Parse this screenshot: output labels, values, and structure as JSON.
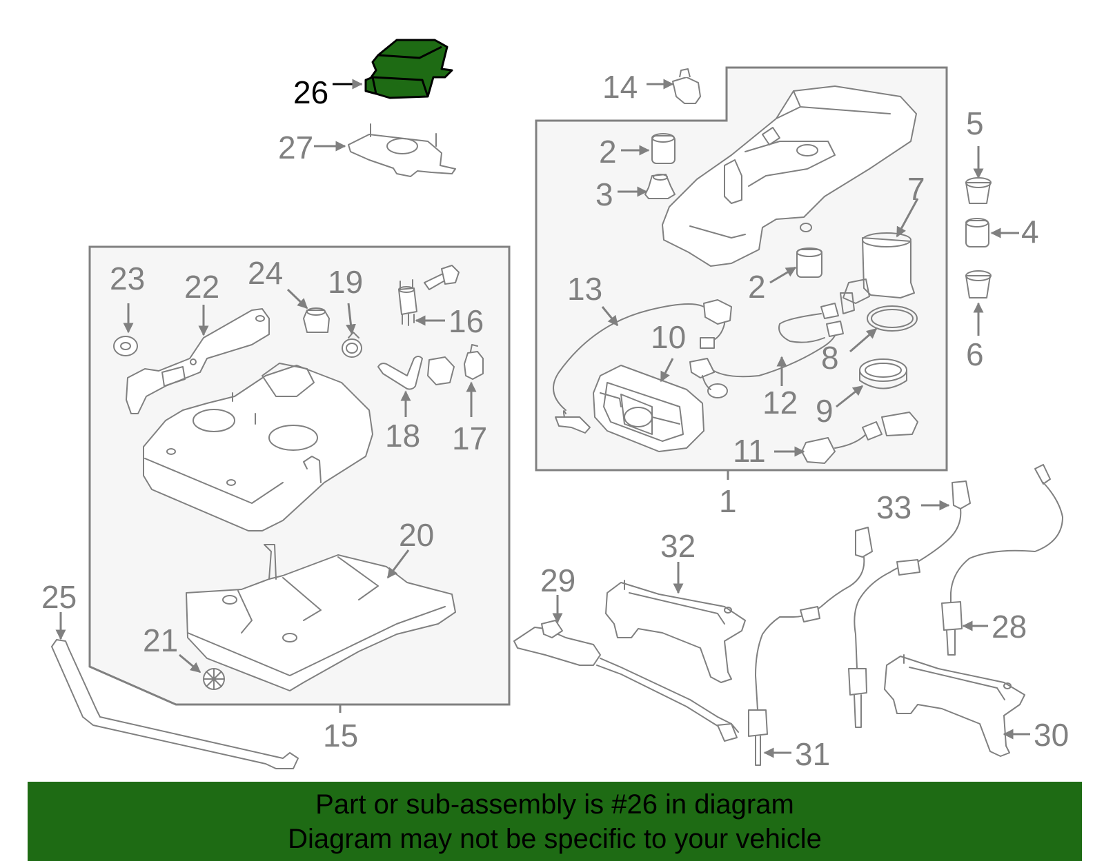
{
  "diagram": {
    "highlight_color": "#1e6b14",
    "line_color": "#808080",
    "callouts": [
      "1",
      "2",
      "2",
      "3",
      "4",
      "5",
      "6",
      "7",
      "8",
      "9",
      "10",
      "11",
      "12",
      "13",
      "14",
      "15",
      "16",
      "17",
      "18",
      "19",
      "20",
      "21",
      "22",
      "23",
      "24",
      "25",
      "26",
      "27",
      "28",
      "29",
      "30",
      "31",
      "32",
      "33"
    ]
  },
  "banner": {
    "line1": "Part or sub-assembly is #26 in diagram",
    "line2": "Diagram may not be specific to your vehicle",
    "background": "#1e6b14"
  }
}
